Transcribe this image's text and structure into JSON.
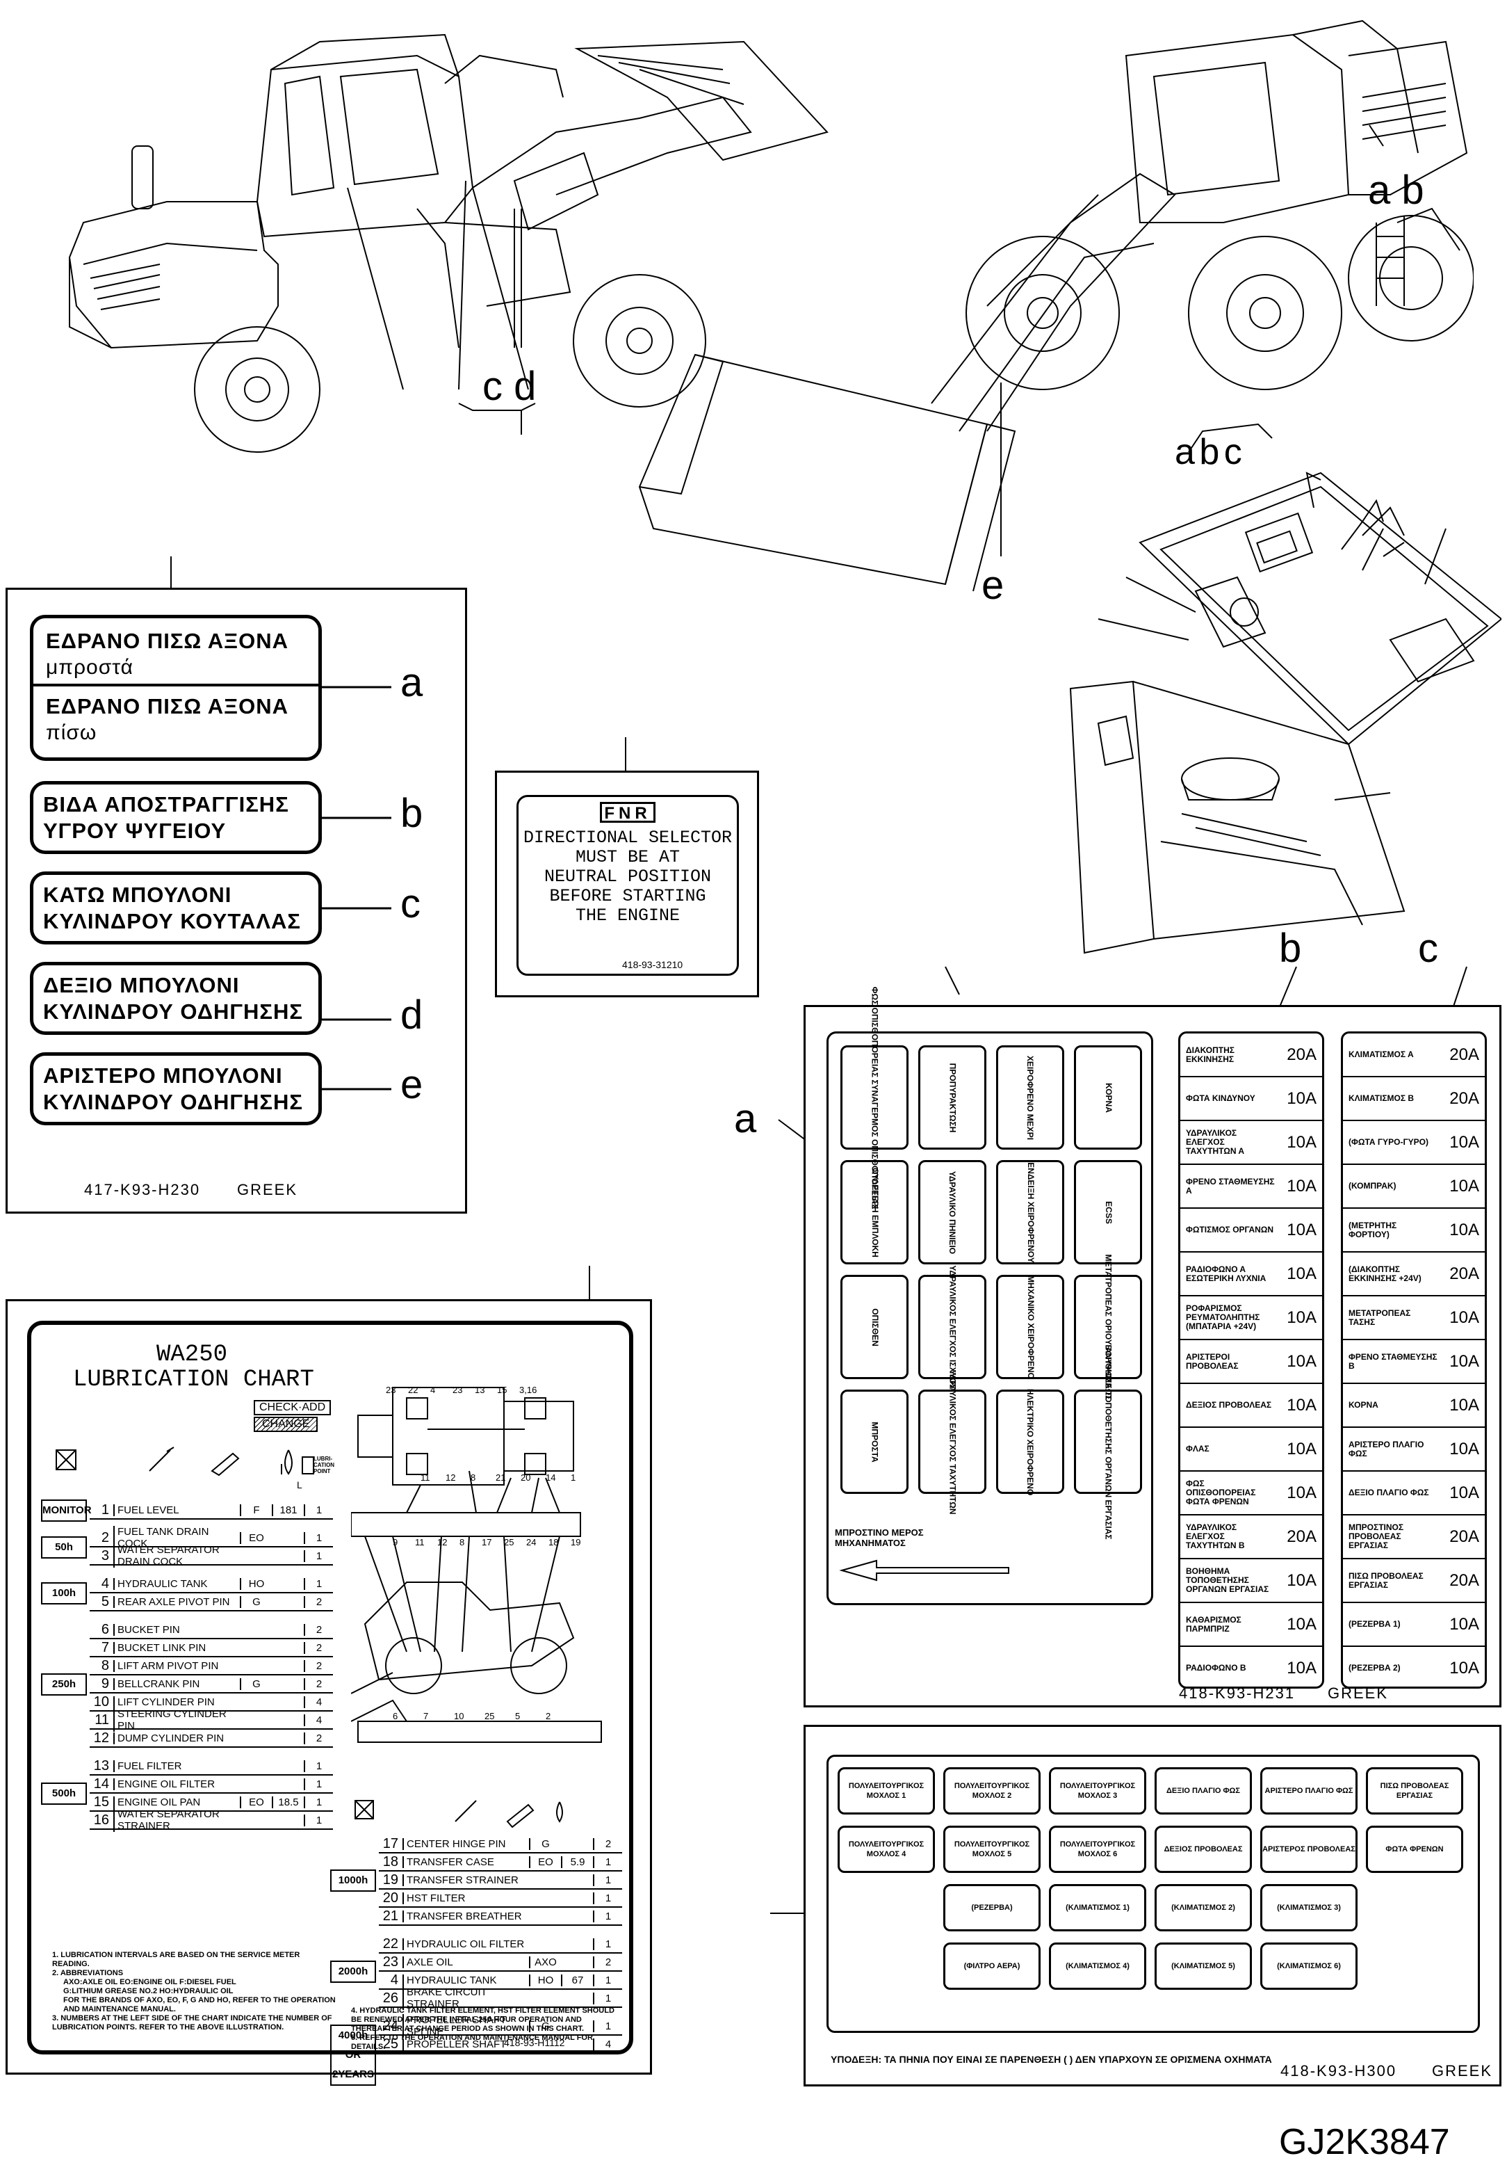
{
  "top_callouts": {
    "cd": "c d",
    "ab": "a b",
    "e": "e",
    "abc": "a b c"
  },
  "panel_labels": {
    "title_code": "417-K93-H230",
    "language": "GREEK",
    "labels": [
      {
        "line1": "ΕΔΡΑΝΟ ΠΙΣΩ ΑΞΟΝΑ",
        "line2": "μπροστά",
        "line3": "ΕΔΡΑΝΟ ΠΙΣΩ ΑΞΟΝΑ",
        "line4": "πίσω",
        "letter": "a"
      },
      {
        "line1": "ΒΙΔΑ ΑΠΟΣΤΡΑΓΓΙΣΗΣ",
        "line2": "ΥΓΡΟΥ ΨΥΓΕΙΟΥ",
        "letter": "b"
      },
      {
        "line1": "ΚΑΤΩ ΜΠΟΥΛΟΝΙ",
        "line2": "ΚΥΛΙΝΔΡΟΥ ΚΟΥΤΑΛΑΣ",
        "letter": "c"
      },
      {
        "line1": "ΔΕΞΙΟ ΜΠΟΥΛΟΝΙ",
        "line2": "ΚΥΛΙΝΔΡΟΥ ΟΔΗΓΗΣΗΣ",
        "letter": "d"
      },
      {
        "line1": "ΑΡΙΣΤΕΡΟ ΜΠΟΥΛΟΝΙ",
        "line2": "ΚΥΛΙΝΔΡΟΥ ΟΔΗΓΗΣΗΣ",
        "letter": "e"
      }
    ]
  },
  "fnr": {
    "badge": "FNR",
    "lines": [
      "DIRECTIONAL SELECTOR",
      "MUST BE AT",
      "NEUTRAL POSITION",
      "BEFORE STARTING",
      "THE ENGINE"
    ],
    "code": "418-93-31210"
  },
  "fuse": {
    "letters": {
      "a": "a",
      "b": "b",
      "c": "c"
    },
    "grid": [
      [
        "ΦΩΣ ΟΠΙΣΘΟΠΟΡΕΙΑΣ ΣΥΝΑΓΕΡΜΟΣ ΟΠΙΣΘΟΠΟΡΕΙΑΣ",
        "ΠΡΟΠΥΡΑΚΤΩΣΗ",
        "ΧΕΙΡΟΦΡΕΝΟ ΜΕΧΡΙ",
        "ΚΟΡΝΑ"
      ],
      [
        "ΟΥΔΕΤΕΡΗ ΕΜΠΛΟΚΗ",
        "ΥΔΡΑΥΛΙΚΟ ΠΗΝΙΕΙΟ",
        "ΕΝΔΕΙΞΗ ΧΕΙΡΟΦΡΕΝΟΥ",
        "ECSS"
      ],
      [
        "ΟΠΙΣΘΕΝ",
        "ΥΔΡΑΥΛΙΚΟΣ ΕΛΕΓΧΟΣ ΙΣΧΥΟΣ",
        "ΜΗΧΑΝΙΚΟ ΧΕΙΡΟΦΡΕΝΟ",
        "ΜΕΤΑΤΡΟΠΕΑΣ ΟΡΙΟΥ ΑΝΥΨΩΣΕΩΣ"
      ],
      [
        "ΜΠΡΟΣΤΑ",
        "ΥΔΡΑΥΛΙΚΟΣ ΕΛΕΓΧΟΣ ΤΑΧΥΤΗΤΩΝ",
        "ΗΛΕΚΤΡΙΚΟ ΧΕΙΡΟΦΡΕΝΟ",
        "ΒΟΗΘΗΜΑ ΤΟΠΟΘΕΤΗΣΗΣ ΟΡΓΑΝΩΝ ΕΡΓΑΣΙΑΣ"
      ]
    ],
    "front_note": "ΜΠΡΟΣΤΙΝΟ ΜΕΡΟΣ ΜΗΧΑΝΗΜΑΤΟΣ",
    "col_b": [
      [
        "ΔΙΑΚΟΠΤΗΣ ΕΚΚΙΝΗΣΗΣ",
        "20A"
      ],
      [
        "ΦΩΤΑ ΚΙΝΔΥΝΟΥ",
        "10A"
      ],
      [
        "ΥΔΡΑΥΛΙΚΟΣ ΕΛΕΓΧΟΣ ΤΑΧΥΤΗΤΩΝ Α",
        "10A"
      ],
      [
        "ΦΡΕΝΟ ΣΤΑΘΜΕΥΣΗΣ Α",
        "10A"
      ],
      [
        "ΦΩΤΙΣΜΟΣ ΟΡΓΑΝΩΝ",
        "10A"
      ],
      [
        "ΡΑΔΙΟΦΩΝΟ Α ΕΣΩΤΕΡΙΚΗ ΛΥΧΝΙΑ",
        "10A"
      ],
      [
        "ΡΟΦΑΡΙΣΜΟΣ ΡΕΥΜΑΤΟΛΗΠΤΗΣ (ΜΠΑΤΑΡΙΑ +24V)",
        "10A"
      ],
      [
        "ΑΡΙΣΤΕΡΟΙ ΠΡΟΒΟΛΕΑΣ",
        "10A"
      ],
      [
        "ΔΕΞΙΟΣ ΠΡΟΒΟΛΕΑΣ",
        "10A"
      ],
      [
        "ΦΛΑΣ",
        "10A"
      ],
      [
        "ΦΩΣ ΟΠΙΣΘΟΠΟΡΕΙΑΣ ΦΩΤΑ ΦΡΕΝΩΝ",
        "10A"
      ],
      [
        "ΥΔΡΑΥΛΙΚΟΣ ΕΛΕΓΧΟΣ ΤΑΧΥΤΗΤΩΝ Β",
        "20A"
      ],
      [
        "ΒΟΗΘΗΜΑ ΤΟΠΟΘΕΤΗΣΗΣ ΟΡΓΑΝΩΝ ΕΡΓΑΣΙΑΣ",
        "10A"
      ],
      [
        "ΚΑΘΑΡΙΣΜΟΣ ΠΑΡΜΠΡΙΖ",
        "10A"
      ],
      [
        "ΡΑΔΙΟΦΩΝΟ Β",
        "10A"
      ]
    ],
    "col_c": [
      [
        "ΚΛΙΜΑΤΙΣΜΟΣ Α",
        "20A"
      ],
      [
        "ΚΛΙΜΑΤΙΣΜΟΣ Β",
        "20A"
      ],
      [
        "(ΦΩΤΑ ΓΥΡΟ-ΓΥΡΟ)",
        "10A"
      ],
      [
        "(ΚΟΜΠΡΑΚ)",
        "10A"
      ],
      [
        "(ΜΕΤΡΗΤΗΣ ΦΟΡΤΙΟΥ)",
        "10A"
      ],
      [
        "(ΔΙΑΚΟΠΤΗΣ ΕΚΚΙΝΗΣΗΣ +24V)",
        "20A"
      ],
      [
        "ΜΕΤΑΤΡΟΠΕΑΣ ΤΑΣΗΣ",
        "10A"
      ],
      [
        "ΦΡΕΝΟ ΣΤΑΘΜΕΥΣΗΣ Β",
        "10A"
      ],
      [
        "ΚΟΡΝΑ",
        "10A"
      ],
      [
        "ΑΡΙΣΤΕΡΟ ΠΛΑΓΙΟ ΦΩΣ",
        "10A"
      ],
      [
        "ΔΕΞΙΟ ΠΛΑΓΙΟ ΦΩΣ",
        "10A"
      ],
      [
        "ΜΠΡΟΣΤΙΝΟΣ ΠΡΟΒΟΛΕΑΣ ΕΡΓΑΣΙΑΣ",
        "20A"
      ],
      [
        "ΠΙΣΩ ΠΡΟΒΟΛΕΑΣ ΕΡΓΑΣΙΑΣ",
        "20A"
      ],
      [
        "(ΡΕΖΕΡΒΑ 1)",
        "10A"
      ],
      [
        "(ΡΕΖΕΡΒΑ 2)",
        "10A"
      ]
    ],
    "code": "418-K93-H231",
    "language": "GREEK"
  },
  "relay": {
    "row1": [
      "ΠΟΛΥΛΕΙΤΟΥΡΓΙΚΟΣ ΜΟΧΛΟΣ 1",
      "ΠΟΛΥΛΕΙΤΟΥΡΓΙΚΟΣ ΜΟΧΛΟΣ 2",
      "ΠΟΛΥΛΕΙΤΟΥΡΓΙΚΟΣ ΜΟΧΛΟΣ 3",
      "ΔΕΞΙΟ ΠΛΑΓΙΟ ΦΩΣ",
      "ΑΡΙΣΤΕΡΟ ΠΛΑΓΙΟ ΦΩΣ",
      "ΠΙΣΩ ΠΡΟΒΟΛΕΑΣ ΕΡΓΑΣΙΑΣ"
    ],
    "row2": [
      "ΠΟΛΥΛΕΙΤΟΥΡΓΙΚΟΣ ΜΟΧΛΟΣ 4",
      "ΠΟΛΥΛΕΙΤΟΥΡΓΙΚΟΣ ΜΟΧΛΟΣ 5",
      "ΠΟΛΥΛΕΙΤΟΥΡΓΙΚΟΣ ΜΟΧΛΟΣ 6",
      "ΔΕΞΙΟΣ ΠΡΟΒΟΛΕΑΣ",
      "ΑΡΙΣΤΕΡΟΣ ΠΡΟΒΟΛΕΑΣ",
      "ΦΩΤΑ ΦΡΕΝΩΝ"
    ],
    "row3": [
      "(ΡΕΖΕΡΒΑ)",
      "(ΚΛΙΜΑΤΙΣΜΟΣ 1)",
      "(ΚΛΙΜΑΤΙΣΜΟΣ 2)",
      "(ΚΛΙΜΑΤΙΣΜΟΣ 3)"
    ],
    "row4": [
      "(ΦΙΛΤΡΟ ΑΕΡΑ)",
      "(ΚΛΙΜΑΤΙΣΜΟΣ 4)",
      "(ΚΛΙΜΑΤΙΣΜΟΣ 5)",
      "(ΚΛΙΜΑΤΙΣΜΟΣ 6)"
    ],
    "note": "ΥΠΟΔΕΞΗ: ΤΑ ΠΗΝΙΑ ΠΟΥ ΕΙΝΑΙ ΣΕ ΠΑΡΕΝΘΕΣΗ ( ) ΔΕΝ ΥΠΑΡΧΟΥΝ ΣΕ ΟΡΙΣΜΕΝΑ ΟΧΗΜΑΤΑ",
    "code": "418-K93-H300",
    "language": "GREEK"
  },
  "lube": {
    "model": "WA250",
    "title": "LUBRICATION CHART",
    "check_add": "CHECK·ADD",
    "change": "CHANGE",
    "col_points": "LUBRI-CATION POINT",
    "col_l": "L",
    "left_groups": [
      {
        "sched": "MONITOR",
        "rows": [
          [
            "1",
            "FUEL LEVEL",
            "F",
            "181",
            "1"
          ]
        ]
      },
      {
        "sched": "50h",
        "rows": [
          [
            "2",
            "FUEL TANK DRAIN COCK",
            "EO",
            "",
            "1"
          ],
          [
            "3",
            "WATER SEPARATOR DRAIN COCK",
            "",
            "",
            "1"
          ]
        ]
      },
      {
        "sched": "100h",
        "rows": [
          [
            "4",
            "HYDRAULIC TANK",
            "HO",
            "",
            "1"
          ],
          [
            "5",
            "REAR AXLE PIVOT PIN",
            "G",
            "",
            "2"
          ]
        ]
      },
      {
        "sched": "250h",
        "rows": [
          [
            "6",
            "BUCKET PIN",
            "",
            "",
            "2"
          ],
          [
            "7",
            "BUCKET LINK PIN",
            "",
            "",
            "2"
          ],
          [
            "8",
            "LIFT ARM PIVOT PIN",
            "",
            "",
            "2"
          ],
          [
            "9",
            "BELLCRANK PIN",
            "G",
            "",
            "2"
          ],
          [
            "10",
            "LIFT CYLINDER PIN",
            "",
            "",
            "4"
          ],
          [
            "11",
            "STEERING CYLINDER PIN",
            "",
            "",
            "4"
          ],
          [
            "12",
            "DUMP CYLINDER PIN",
            "",
            "",
            "2"
          ]
        ]
      },
      {
        "sched": "500h",
        "rows": [
          [
            "13",
            "FUEL FILTER",
            "",
            "",
            "1"
          ],
          [
            "14",
            "ENGINE OIL FILTER",
            "",
            "",
            "1"
          ],
          [
            "15",
            "ENGINE OIL PAN",
            "EO",
            "18.5",
            "1"
          ],
          [
            "16",
            "WATER SEPARATOR STRAINER",
            "",
            "",
            "1"
          ]
        ]
      }
    ],
    "right_groups": [
      {
        "sched": "1000h",
        "rows": [
          [
            "17",
            "CENTER HINGE PIN",
            "G",
            "",
            "2"
          ],
          [
            "18",
            "TRANSFER CASE",
            "EO",
            "5.9",
            "1"
          ],
          [
            "19",
            "TRANSFER STRAINER",
            "",
            "",
            "1"
          ],
          [
            "20",
            "HST FILTER",
            "",
            "",
            "1"
          ],
          [
            "21",
            "TRANSFER BREATHER",
            "",
            "",
            "1"
          ]
        ]
      },
      {
        "sched": "2000h",
        "rows": [
          [
            "22",
            "HYDRAULIC OIL FILTER",
            "",
            "",
            "1"
          ],
          [
            "23",
            "AXLE OIL",
            "AXO",
            "",
            "2"
          ],
          [
            "4",
            "HYDRAULIC TANK",
            "HO",
            "67",
            "1"
          ],
          [
            "26",
            "BRAKE CIRCUIT STRAINER",
            "",
            "",
            "1"
          ]
        ]
      },
      {
        "sched": "4000h OR 2YEARS",
        "rows": [
          [
            "24",
            "PROPELLER SHAFT SPLINE",
            "G",
            "",
            "1"
          ],
          [
            "25",
            "PROPELLER SHAFT",
            "",
            "",
            "4"
          ]
        ]
      }
    ],
    "notes_left": [
      "1. LUBRICATION INTERVALS ARE BASED ON THE SERVICE METER READING.",
      "2. ABBREVIATIONS",
      "AXO:AXLE OIL   EO:ENGINE OIL   F:DIESEL FUEL",
      "G:LITHIUM GREASE NO.2   HO:HYDRAULIC OIL",
      "FOR THE BRANDS OF AXO, EO, F, G AND HO, REFER TO THE OPERATION AND MAINTENANCE MANUAL.",
      "3. NUMBERS AT THE LEFT SIDE OF THE CHART INDICATE THE NUMBER OF LUBRICATION POINTS. REFER TO THE ABOVE ILLUSTRATION."
    ],
    "notes_right": [
      "4. HYDRAULIC TANK FILTER ELEMENT, HST FILTER ELEMENT SHOULD BE RENEWED AFTER THE INITIAL 250-HOUR OPERATION AND THEREAFTER AT CHANGE PERIOD AS SHOWN IN THIS CHART.",
      "5. REFER TO THE OPERATION AND MAINTENANCE MANUAL FOR DETAILS."
    ],
    "code": "418-93-H1112",
    "diagram_nums_top": [
      "23",
      "22",
      "4",
      "23",
      "13",
      "15",
      "3,16"
    ],
    "diagram_nums_mid": [
      "11",
      "12",
      "8",
      "21",
      "20",
      "14",
      "1"
    ],
    "diagram_nums_bot": [
      "9",
      "11",
      "12",
      "8",
      "17",
      "25",
      "24",
      "18",
      "19"
    ],
    "diagram_nums_low": [
      "6",
      "7",
      "10",
      "25",
      "5",
      "2"
    ]
  },
  "figure_id": "GJ2K3847"
}
